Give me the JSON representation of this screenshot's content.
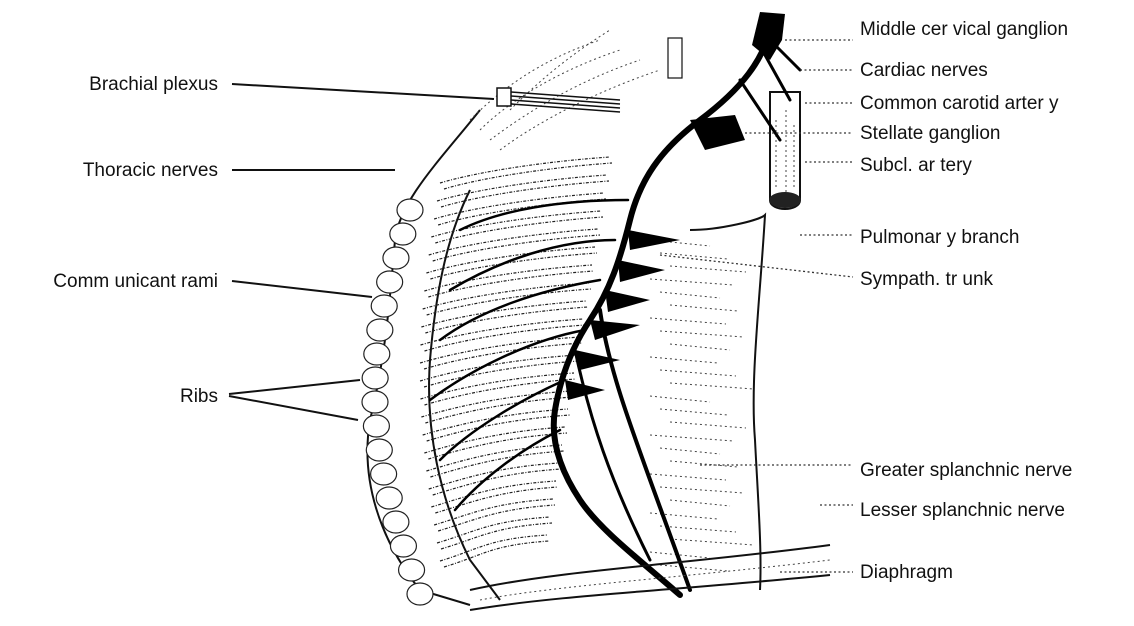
{
  "labels": {
    "left": {
      "brachial_plexus": "Brachial plexus",
      "thoracic_nerves": "Thoracic nerves",
      "communicant_rami": "Comm unicant rami",
      "ribs": "Ribs"
    },
    "right": {
      "middle_cervical_ganglion": "Middle cer vical ganglion",
      "cardiac_nerves": "Cardiac nerves",
      "common_carotid_artery": "Common carotid arter y",
      "stellate_ganglion": "Stellate ganglion",
      "subcl_artery": "Subcl. ar tery",
      "pulmonary_branch": "Pulmonar y branch",
      "sympath_trunk": "Sympath. tr unk",
      "greater_splanchnic_nerve": "Greater splanchnic nerve",
      "lesser_splanchnic_nerve": "Lesser splanchnic nerve",
      "diaphragm": "Diaphragm"
    }
  }
}
